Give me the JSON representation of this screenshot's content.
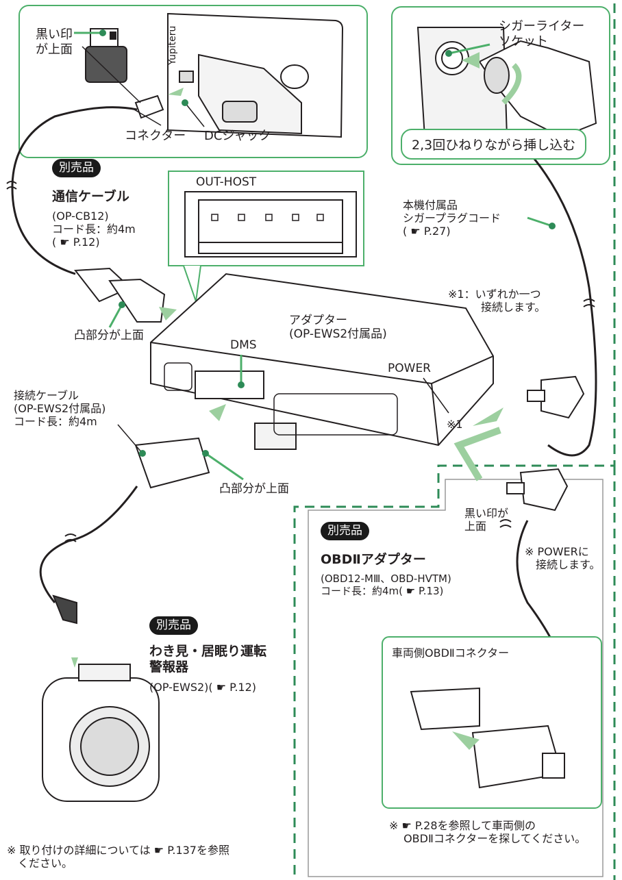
{
  "top_left_panel": {
    "black_mark_label": "黒い印\nが上面",
    "connector_label": "コネクター",
    "dc_jack_label": "DCジャック",
    "brand_mark": "Yupiteru"
  },
  "top_right_panel": {
    "socket_label": "シガーライター\nソケット",
    "instruction": "2,3回ひねりながら挿し込む"
  },
  "comm_cable": {
    "badge": "別売品",
    "name": "通信ケーブル",
    "details": "(OP-CB12)\nコード長：約4m\n( ☛ P.12)"
  },
  "out_host_label": "OUT-HOST",
  "cigar_plug": {
    "label": "本機付属品\nシガープラグコード\n( ☛ P.27)"
  },
  "note_one": "※1：いずれか一つ\n　　　接続します。",
  "adapter": {
    "label": "アダプター\n(OP-EWS2付属品)",
    "dms_label": "DMS",
    "power_label": "POWER",
    "mark": "※1"
  },
  "convex_up_1": "凸部分が上面",
  "convex_up_2": "凸部分が上面",
  "connect_cable": {
    "label": "接続ケーブル\n(OP-EWS2付属品)\nコード長：約4m"
  },
  "obd_mark_label": "黒い印が\n上面",
  "obd_adapter": {
    "badge": "別売品",
    "name": "OBDⅡアダプター",
    "details": "(OBD12-MⅢ、OBD-HVTM)\nコード長：約4m( ☛ P.13)",
    "power_note": "※ POWERに\n　接続します。"
  },
  "vehicle_connector_label": "車両側OBDⅡコネクター",
  "obd_search_note": "※ ☛ P.28を参照して車両側の\n　 OBDⅡコネクターを探してください。",
  "warning_device": {
    "badge": "別売品",
    "name": "わき見・居眠り運転\n警報器",
    "details": "(OP-EWS2)( ☛ P.12)"
  },
  "install_note": "※ 取り付けの詳細については ☛ P.137を参照\n　ください。",
  "colors": {
    "accent_green": "#4caf6a",
    "arrow_green": "#9ccf9f",
    "dash_green": "#2e8b57",
    "outline": "#231f20"
  }
}
